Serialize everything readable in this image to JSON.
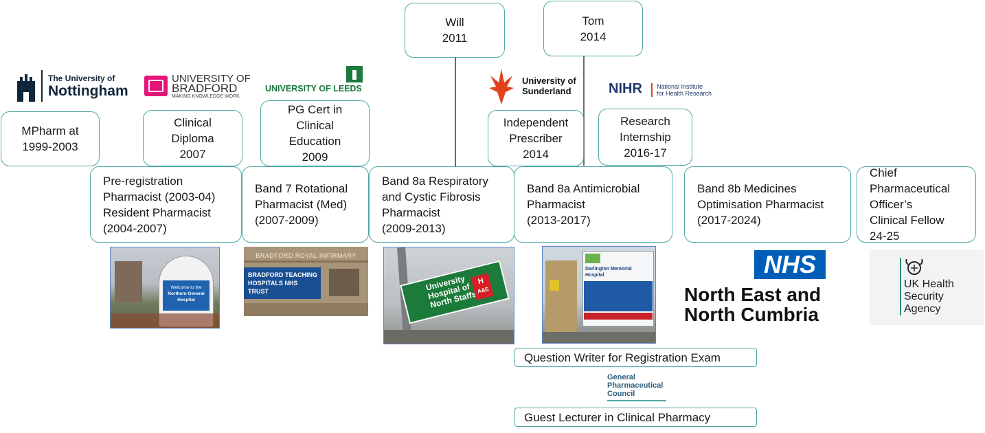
{
  "logos": {
    "nottingham": [
      "The University of",
      "Nottingham"
    ],
    "bradford": [
      "UNIVERSITY OF",
      "BRADFORD",
      "MAKING KNOWLEDGE WORK"
    ],
    "leeds": "UNIVERSITY OF LEEDS",
    "sunderland": [
      "University of",
      "Sunderland"
    ],
    "nihr": [
      "NIHR",
      "National Institute",
      "for Health Research"
    ],
    "gphc": [
      "General",
      "Pharmaceutical",
      "Council"
    ],
    "nhs": [
      "NHS",
      "North East and",
      "North Cumbria"
    ],
    "ukhsa": [
      "UK Health",
      "Security",
      "Agency"
    ]
  },
  "top_events": [
    {
      "lines": [
        "MPharm at",
        "1999-2003"
      ]
    },
    {
      "lines": [
        "Clinical",
        "Diploma",
        "2007"
      ]
    },
    {
      "lines": [
        "PG Cert in",
        "Clinical",
        "Education",
        "2009"
      ]
    },
    {
      "lines": [
        "Independent",
        "Prescriber",
        "2014"
      ]
    },
    {
      "lines": [
        "Research",
        "Internship",
        "2016-17"
      ]
    }
  ],
  "family": [
    {
      "lines": [
        "Will",
        "2011"
      ]
    },
    {
      "lines": [
        "Tom",
        "2014"
      ]
    }
  ],
  "roles": [
    {
      "lines": [
        "Pre-registration",
        "Pharmacist (2003-04)",
        "Resident Pharmacist",
        "(2004-2007)"
      ]
    },
    {
      "lines": [
        "Band 7 Rotational",
        "Pharmacist (Med)",
        "(2007-2009)"
      ]
    },
    {
      "lines": [
        "Band 8a Respiratory",
        "and Cystic Fibrosis",
        "Pharmacist",
        "(2009-2013)"
      ]
    },
    {
      "lines": [
        "Band 8a Antimicrobial",
        "Pharmacist",
        "(2013-2017)"
      ]
    },
    {
      "lines": [
        "Band 8b Medicines",
        "Optimisation Pharmacist",
        "(2017-2024)"
      ]
    },
    {
      "lines": [
        "Chief",
        "Pharmaceutical",
        "Officer’s",
        "Clinical Fellow",
        "24-25"
      ]
    }
  ],
  "extras": {
    "question_writer": "Question Writer for Registration Exam",
    "guest_lecturer": "Guest Lecturer in Clinical Pharmacy"
  },
  "photos": {
    "northern_general": [
      "Welcome to the",
      "Northern General",
      "Hospital"
    ],
    "bradford_sign": [
      "BRADFORD TEACHING",
      "HOSPITALS NHS",
      "TRUST"
    ],
    "bradford_header": "BRADFORD ROYAL INFIRMARY",
    "staffs_sign": [
      "University",
      "Hospital of",
      "North Staffs"
    ],
    "staffs_badge": [
      "H",
      "A&E"
    ],
    "darlington": "Darlington Memorial Hospital"
  },
  "colors": {
    "box_border": "#4fa8a4",
    "nhs_blue": "#005eb8",
    "bradford_pink": "#e4147a",
    "leeds_green": "#1b7a3e",
    "sunderland_red": "#e0421e",
    "nihr_navy": "#1e3a6e"
  }
}
